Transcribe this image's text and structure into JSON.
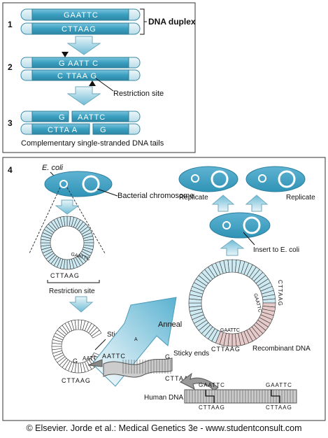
{
  "panel1": {
    "steps": [
      "1",
      "2",
      "3"
    ],
    "strand_top": "GAATTC",
    "strand_bottom": "CTTAAG",
    "step2_top": "G AATT C",
    "step2_bottom": "C TTAA G",
    "step3_top_g": "G",
    "step3_top_aattc": "AATTC",
    "step3_bottom_cttaa": "CTTA A",
    "step3_bottom_g": "G",
    "duplex_label": "DNA duplex",
    "restriction_site_label": "Restriction site",
    "caption": "Complementary single-stranded DNA tails"
  },
  "panel4": {
    "step": "4",
    "ecoli_label": "E. coli",
    "bacterial_chromosome": "Bacterial chromosome",
    "replicate_left": "Replicate",
    "replicate_right": "Replicate",
    "insert_label": "Insert to E. coli",
    "plasmid_site": "GAATTC",
    "plasmid_site_bottom": "CTTAAG",
    "restriction_site_label": "Restriction site",
    "anneal_label": "Anneal",
    "anneal_marker": "A",
    "sticky_ends_left": "Sticky ends",
    "sticky_ends_right": "Sticky ends",
    "open_plasmid_top": "AATTC",
    "open_plasmid_bottom": "CTTAAG",
    "open_plasmid_g": "G",
    "insert_g": "G",
    "insert_bottom": "CTTAA",
    "recombinant_dna_label": "Recombinant DNA",
    "recombinant_right_seq": "CTTAAG",
    "recombinant_right_seq_inner": "GAATTC",
    "recombinant_bottom_inner": "GAATTC",
    "recombinant_bottom_outer": "CTTAAG",
    "human_dna_label": "Human DNA",
    "human_site1_top": "GAATTC",
    "human_site1_bottom": "CTTAAG",
    "human_site2_top": "GAATTC",
    "human_site2_bottom": "CTTAAG"
  },
  "footer": "© Elsevier. Jorde et al.: Medical Genetics 3e - www.studentconsult.com",
  "colors": {
    "teal": "#3a9fbf",
    "pale_teal": "#cde9f2",
    "pink": "#e6c9c9",
    "grey": "#c8c8c8"
  }
}
